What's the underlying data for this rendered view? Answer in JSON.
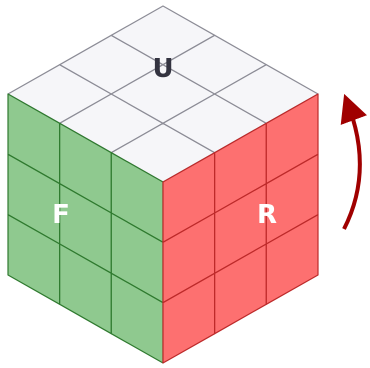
{
  "cube": {
    "face_labels": {
      "top": "U",
      "front": "F",
      "right": "R"
    },
    "colors": {
      "top_fill": "#f6f6f9",
      "top_stroke": "#8c8c96",
      "front_fill": "#8fc98f",
      "front_stroke": "#2f7a2f",
      "right_fill": "#fd7070",
      "right_stroke": "#bd2a2a",
      "label_dark": "#333340",
      "label_light": "#ffffff",
      "arrow": "#a00000"
    },
    "grid_size": 3,
    "rotation_arrow": {
      "face": "R",
      "direction": "clockwise"
    }
  }
}
